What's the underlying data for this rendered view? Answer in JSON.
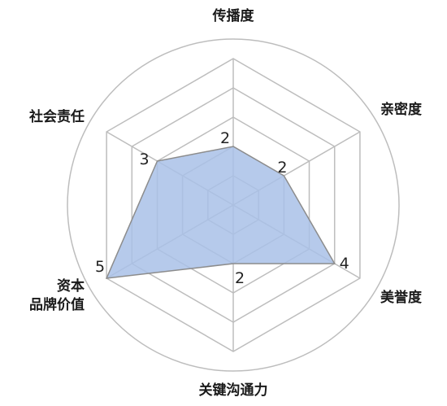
{
  "chart_data": {
    "type": "radar",
    "axes": [
      "传播度",
      "亲密度",
      "美誉度",
      "关键沟通力",
      "资本\n品牌价值",
      "社会责任"
    ],
    "values": [
      2,
      2,
      4,
      2,
      5,
      3
    ],
    "value_labels": [
      "2",
      "2",
      "4",
      "2",
      "5",
      "3"
    ],
    "range": [
      0,
      5
    ],
    "levels": 5,
    "grid": true,
    "outer_circle": true,
    "colors": {
      "fill": "#a9c1e8",
      "stroke": "#8c8c8c",
      "grid": "#bdbdbd"
    }
  }
}
